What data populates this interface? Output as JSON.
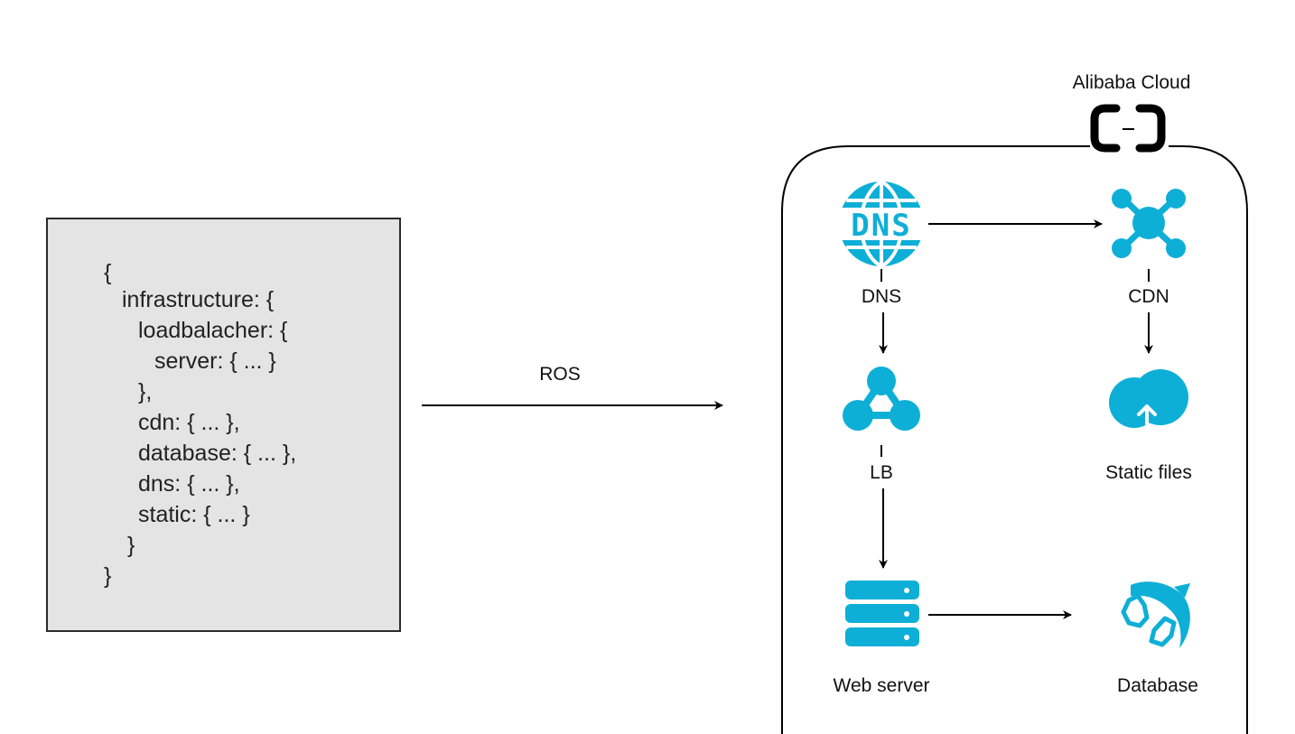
{
  "code": {
    "lines": [
      "{",
      "infrastructure: {",
      "loadbalacher: {",
      "server: { ... }",
      "},",
      "cdn: { ... },",
      "database: { ... },",
      "dns: { ... },",
      "static: { ... }",
      "}",
      "}"
    ]
  },
  "arrow": {
    "label": "ROS"
  },
  "cloud": {
    "title": "Alibaba Cloud"
  },
  "nodes": {
    "dns": "DNS",
    "cdn": "CDN",
    "lb": "LB",
    "static": "Static files",
    "web": "Web server",
    "db": "Database"
  },
  "icons": {
    "dns": "dns-globe-icon",
    "cdn": "network-hub-icon",
    "lb": "load-balancer-icon",
    "static": "cloud-upload-icon",
    "web": "server-stack-icon",
    "db": "dolphin-database-icon",
    "brand": "alibaba-cloud-logo"
  },
  "colors": {
    "accent": "#0eafd6",
    "line": "#000000",
    "code_bg": "#e4e4e4"
  }
}
